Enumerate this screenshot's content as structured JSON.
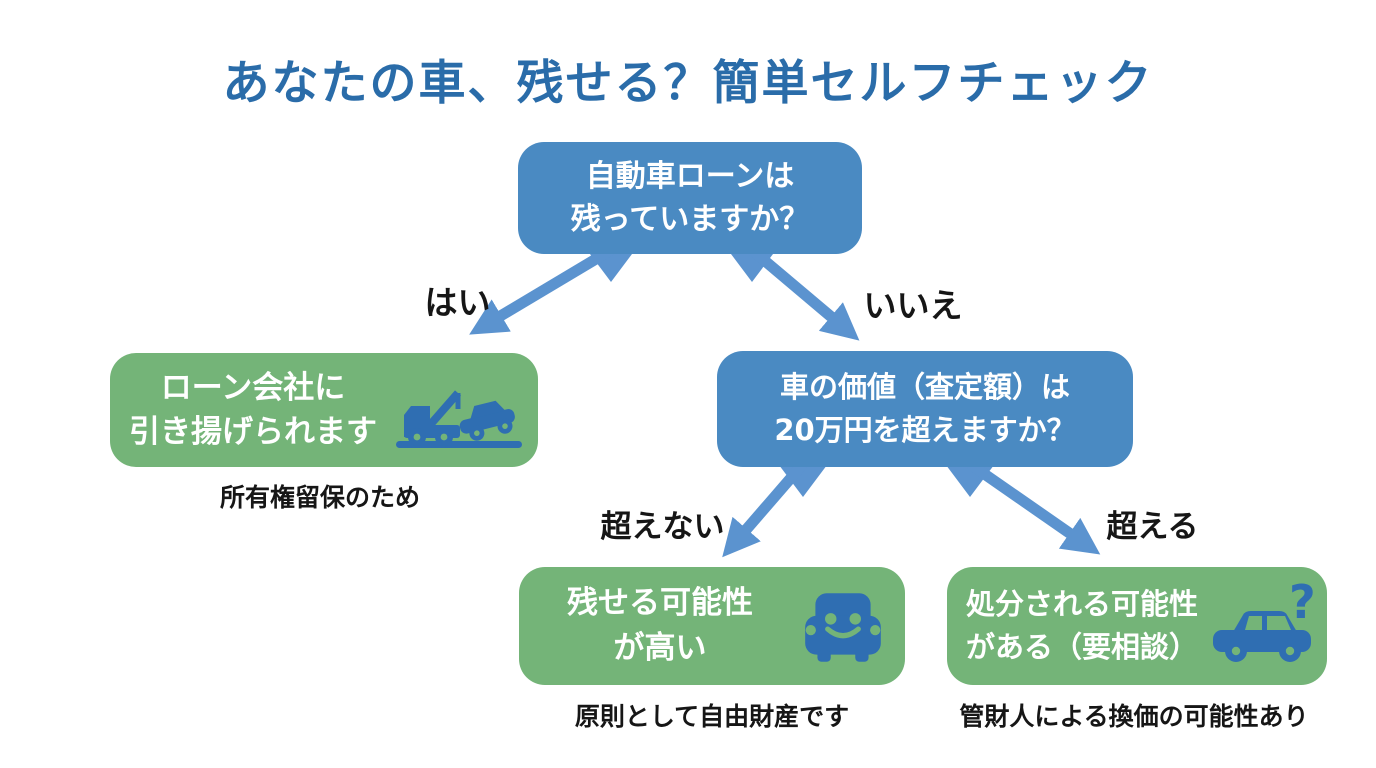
{
  "title": "あなたの車、残せる？簡単セルフチェック",
  "colors": {
    "title_blue": "#2a6ca9",
    "box_blue": "#4a8ac2",
    "box_green": "#74b478",
    "arrow_blue": "#5b93cf",
    "icon_blue": "#2f6eb2",
    "box_text": "#ffffff",
    "label_text": "#161616"
  },
  "flowchart": {
    "root_question": {
      "line1": "自動車ローンは",
      "line2": "残っていますか？"
    },
    "branch_labels": {
      "yes": "はい",
      "no": "いいえ",
      "not_exceed": "超えない",
      "exceed": "超える"
    },
    "repossessed": {
      "line1": "ローン会社に",
      "line2": "引き揚げられます",
      "caption": "所有権留保のため",
      "icon": "tow-truck-icon"
    },
    "value_question": {
      "line1": "車の価値（査定額）は",
      "line2": "20万円を超えますか？"
    },
    "keep": {
      "line1": "残せる可能性",
      "line2": "が高い",
      "caption": "原則として自由財産です",
      "icon": "happy-car-icon"
    },
    "dispose": {
      "line1": "処分される可能性",
      "line2": "がある（要相談）",
      "caption": "管財人による換価の可能性あり",
      "icon": "question-car-icon"
    }
  }
}
